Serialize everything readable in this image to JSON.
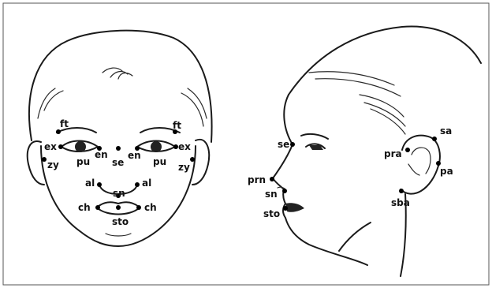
{
  "landmarks": {
    "frontal": [
      {
        "id": "ft-left",
        "label": "ft"
      },
      {
        "id": "ft-right",
        "label": "ft"
      },
      {
        "id": "ex-left",
        "label": "ex"
      },
      {
        "id": "ex-right",
        "label": "ex"
      },
      {
        "id": "zy-left",
        "label": "zy"
      },
      {
        "id": "zy-right",
        "label": "zy"
      },
      {
        "id": "pu-left",
        "label": "pu"
      },
      {
        "id": "pu-right",
        "label": "pu"
      },
      {
        "id": "en-left",
        "label": "en"
      },
      {
        "id": "en-right",
        "label": "en"
      },
      {
        "id": "se-frontal",
        "label": "se"
      },
      {
        "id": "al-left",
        "label": "al"
      },
      {
        "id": "al-right",
        "label": "al"
      },
      {
        "id": "sn-frontal",
        "label": "sn"
      },
      {
        "id": "ch-left",
        "label": "ch"
      },
      {
        "id": "ch-right",
        "label": "ch"
      },
      {
        "id": "sto-frontal",
        "label": "sto"
      }
    ],
    "profile": [
      {
        "id": "se-profile",
        "label": "se"
      },
      {
        "id": "prn",
        "label": "prn"
      },
      {
        "id": "sn-profile",
        "label": "sn"
      },
      {
        "id": "sto-profile",
        "label": "sto"
      },
      {
        "id": "sa",
        "label": "sa"
      },
      {
        "id": "pra",
        "label": "pra"
      },
      {
        "id": "pa",
        "label": "pa"
      },
      {
        "id": "sba",
        "label": "sba"
      }
    ]
  },
  "colors": {
    "line": "#1a1a1a",
    "dot": "#000000",
    "frame": "#555555",
    "background": "#ffffff"
  }
}
